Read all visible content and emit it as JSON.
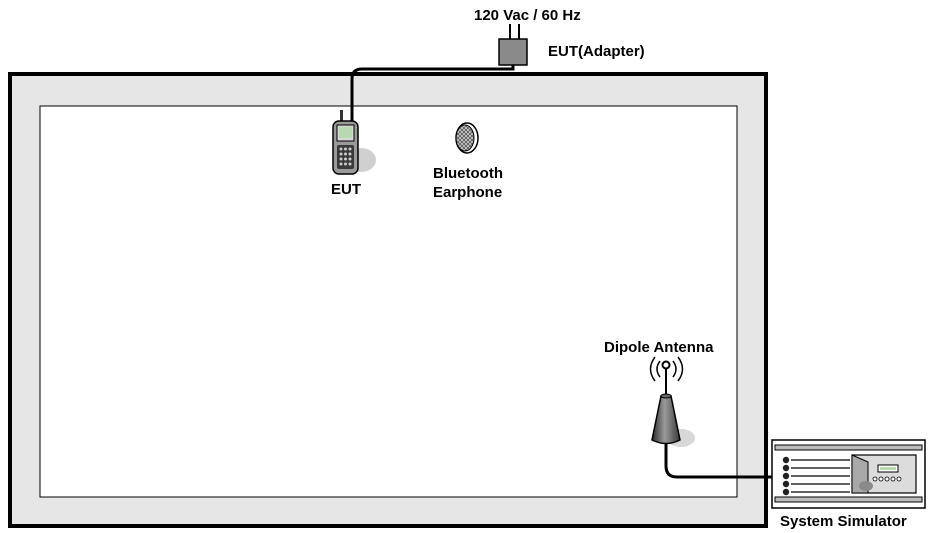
{
  "labels": {
    "power_source": "120 Vac / 60 Hz",
    "adapter": "EUT(Adapter)",
    "eut": "EUT",
    "earphone_line1": "Bluetooth",
    "earphone_line2": "Earphone",
    "antenna": "Dipole Antenna",
    "simulator": "System Simulator"
  },
  "colors": {
    "chamber_wall": "#e6e6e6",
    "outline": "#000000",
    "inner_area": "#ffffff",
    "adapter_body": "#8a8a8a",
    "device_dark": "#3a3a3a",
    "device_mid": "#9a9a9a",
    "device_light": "#d8d8d8",
    "screen": "#b8d8b0"
  },
  "icons": {
    "adapter": "wall-plug-adapter-icon",
    "eut": "mobile-phone-icon",
    "earphone": "bluetooth-earphone-icon",
    "antenna": "dipole-antenna-icon",
    "simulator": "rack-simulator-icon"
  }
}
